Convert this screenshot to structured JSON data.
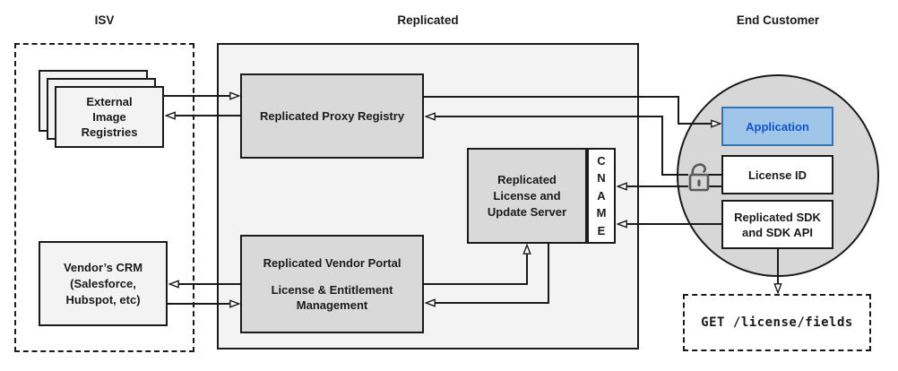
{
  "titles": {
    "isv": "ISV",
    "replicated": "Replicated",
    "end_customer": "End Customer"
  },
  "nodes": {
    "external_registries": {
      "lines": [
        "External",
        "Image",
        "Registries"
      ]
    },
    "vendor_crm": {
      "lines": [
        "Vendor’s CRM",
        "(Salesforce,",
        "Hubspot, etc)"
      ]
    },
    "proxy_registry": {
      "label": "Replicated Proxy Registry"
    },
    "vendor_portal": {
      "title": "Replicated Vendor Portal",
      "subtitle": "License & Entitlement Management"
    },
    "license_update_server": {
      "lines": [
        "Replicated",
        "License and",
        "Update Server"
      ]
    },
    "cname": {
      "letters": [
        "C",
        "N",
        "A",
        "M",
        "E"
      ]
    },
    "application": {
      "label": "Application"
    },
    "license_id": {
      "label": "License ID"
    },
    "replicated_sdk": {
      "lines": [
        "Replicated SDK",
        "and SDK API"
      ]
    },
    "get_endpoint": {
      "label": "GET /license/fields"
    }
  },
  "icons": {
    "lock": "open-padlock-icon"
  },
  "colors": {
    "line": "#1a1a1a",
    "replicated_panel_fill": "#f3f3f3",
    "node_gray_fill": "#d9d9d9",
    "circle_fill": "#d7d7d7",
    "light_box_fill": "#f3f3f3",
    "application_fill": "#9fc5e8",
    "application_border": "#2e75b6",
    "application_text": "#1155cc",
    "lock_icon": "#595959"
  }
}
